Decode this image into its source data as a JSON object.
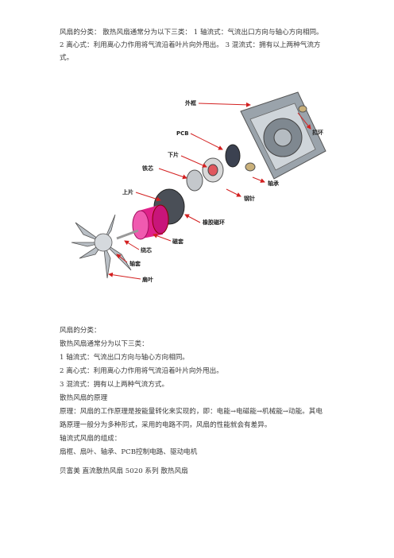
{
  "intro": {
    "line1": "风扇的分类：  散热风扇通常分为以下三类：  1 轴流式：气流出口方向与轴心方向相同。",
    "line2": "2 离心式：利用离心力作用将气流沿着叶片向外甩出。  3 混流式：拥有以上两种气流方",
    "line3": "式。"
  },
  "diagram": {
    "labels": {
      "outer_frame": "外框",
      "pcb": "PCB",
      "lower_plate": "下片",
      "iron_core": "铁芯",
      "upper_plate": "上片",
      "bearing": "轴承",
      "screw": "扣环",
      "axle_pin": "钢针",
      "ring": "橡胶磁环",
      "magnet": "磁套",
      "coil": "绕芯",
      "shaft": "轴套",
      "blade": "扇叶"
    }
  },
  "body": {
    "heading": "风扇的分类：",
    "l1": "散热风扇通常分为以下三类：",
    "l2": "1 轴流式：气流出口方向与轴心方向相同。",
    "l3": "2 离心式：利用离心力作用将气流沿着叶片向外甩出。",
    "l4": "3 混流式：拥有以上两种气流方式。",
    "l5": "散热风扇的原理",
    "l6a": "原理：风扇的工作原理是按能量转化来实现的，即：电能→电磁能→机械能→动能。其电",
    "l6b": "路原理一般分为多种形式，采用的电路不同，风扇的性能就会有差异。",
    "l7": "轴流式风扇的组成：",
    "l8": "扇框、扇叶、轴承、PCB控制电路、驱动电机",
    "l9": "贝富美 直流散热风扇  5020  系列  散热风扇"
  },
  "colors": {
    "text": "#3a3a3a",
    "arrow": "#d32020",
    "magnet": "#e0218a"
  }
}
